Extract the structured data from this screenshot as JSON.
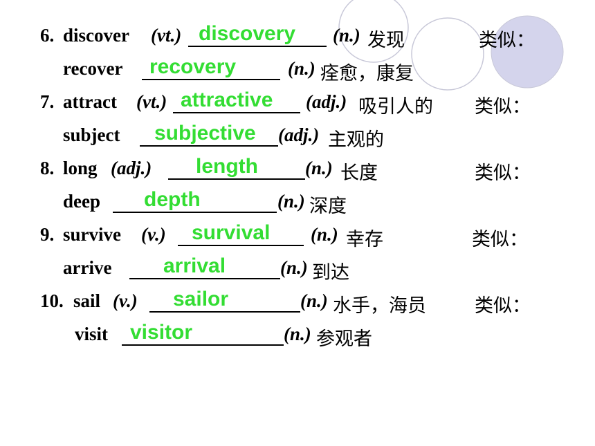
{
  "colors": {
    "answer": "#33dd33",
    "text": "#000000",
    "circle_fill": "#d4d4ec",
    "circle_stroke": "#c8c8d8"
  },
  "rows": [
    {
      "num": "6.",
      "word": "discover",
      "pos": "(vt.)",
      "answer": "discovery",
      "target_pos": "(n.)",
      "meaning": "发现",
      "similar": "类似："
    },
    {
      "word": "recover",
      "answer": "recovery",
      "target_pos": "(n.)",
      "meaning": "痊愈，康复"
    },
    {
      "num": "7.",
      "word": "attract",
      "pos": "(vt.)",
      "answer": "attractive",
      "target_pos": "(adj.)",
      "meaning": "吸引人的",
      "similar": "类似："
    },
    {
      "word": "subject",
      "answer": "subjective",
      "target_pos": "(adj.)",
      "meaning": " 主观的"
    },
    {
      "num": "8.",
      "word": "long",
      "pos": "(adj.)",
      "answer": "length",
      "target_pos": "(n.)",
      "meaning": "长度",
      "similar": "类似："
    },
    {
      "word": "deep",
      "answer": "depth",
      "target_pos": "(n.)",
      "meaning": " 深度"
    },
    {
      "num": "9.",
      "word": "survive",
      "pos": "(v.)",
      "answer": "survival",
      "target_pos": "(n.)",
      "meaning": "幸存",
      "similar": "类似："
    },
    {
      "word": "arrive",
      "answer": "arrival",
      "target_pos": "(n.)",
      "meaning": " 到达"
    },
    {
      "num": "10.",
      "word": "sail",
      "pos": "(v.)",
      "answer": "sailor",
      "target_pos": "(n.)",
      "meaning": "水手，海员",
      "similar": "类似："
    },
    {
      "word": "visit",
      "answer": "visitor",
      "target_pos": "(n.)",
      "meaning": "参观者"
    }
  ]
}
